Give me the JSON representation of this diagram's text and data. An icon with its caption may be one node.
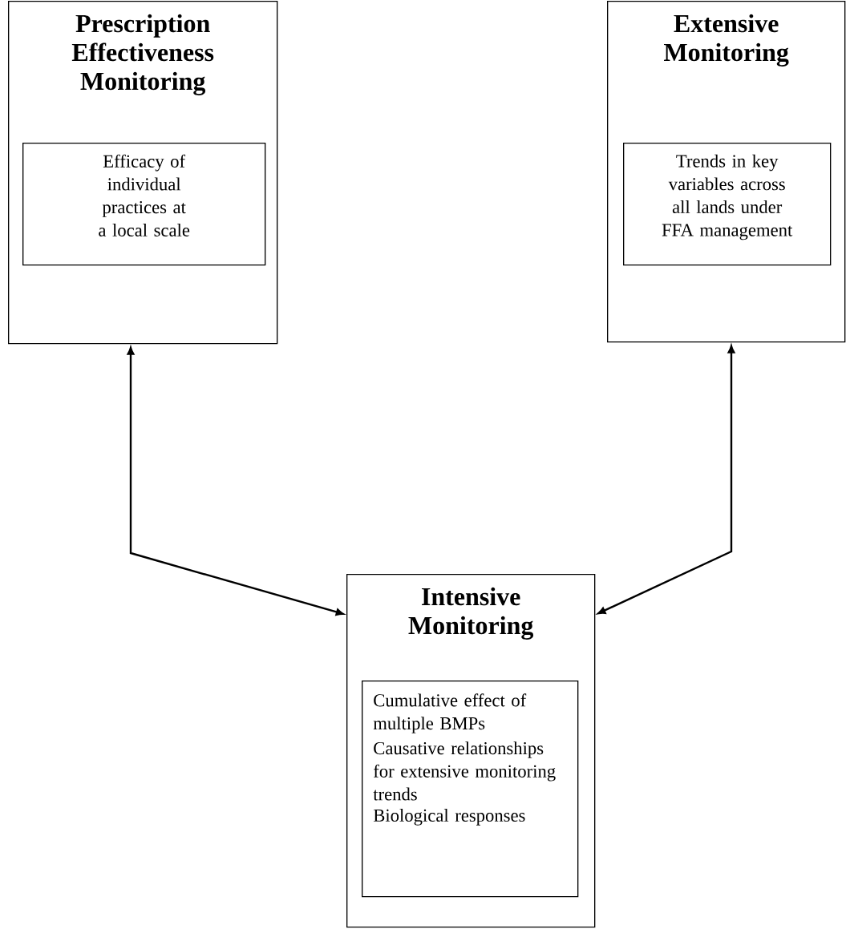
{
  "diagram": {
    "nodes": [
      {
        "text": [
          "Prescription Effectiveness Monitoring"
        ]
      },
      {
        "text": [
          "Efficacy of individual practices at a local scale"
        ],
        "in": 0
      },
      {
        "text": [
          "Extensive Monitoring"
        ]
      },
      {
        "text": [
          "Trends in key variables across all lands under FFA management"
        ],
        "in": 2
      },
      {
        "text": [
          "Intensive Monitoring"
        ]
      },
      {
        "text": [
          "Cumulative effect of multiple BMPs",
          "Causative relationships for extensive monitoring trends",
          "Biological responses"
        ],
        "in": 4
      }
    ],
    "edges": [
      {
        "from": 0,
        "to": 4,
        "arrow": "both"
      },
      {
        "from": 2,
        "to": 4,
        "arrow": "both"
      }
    ]
  }
}
